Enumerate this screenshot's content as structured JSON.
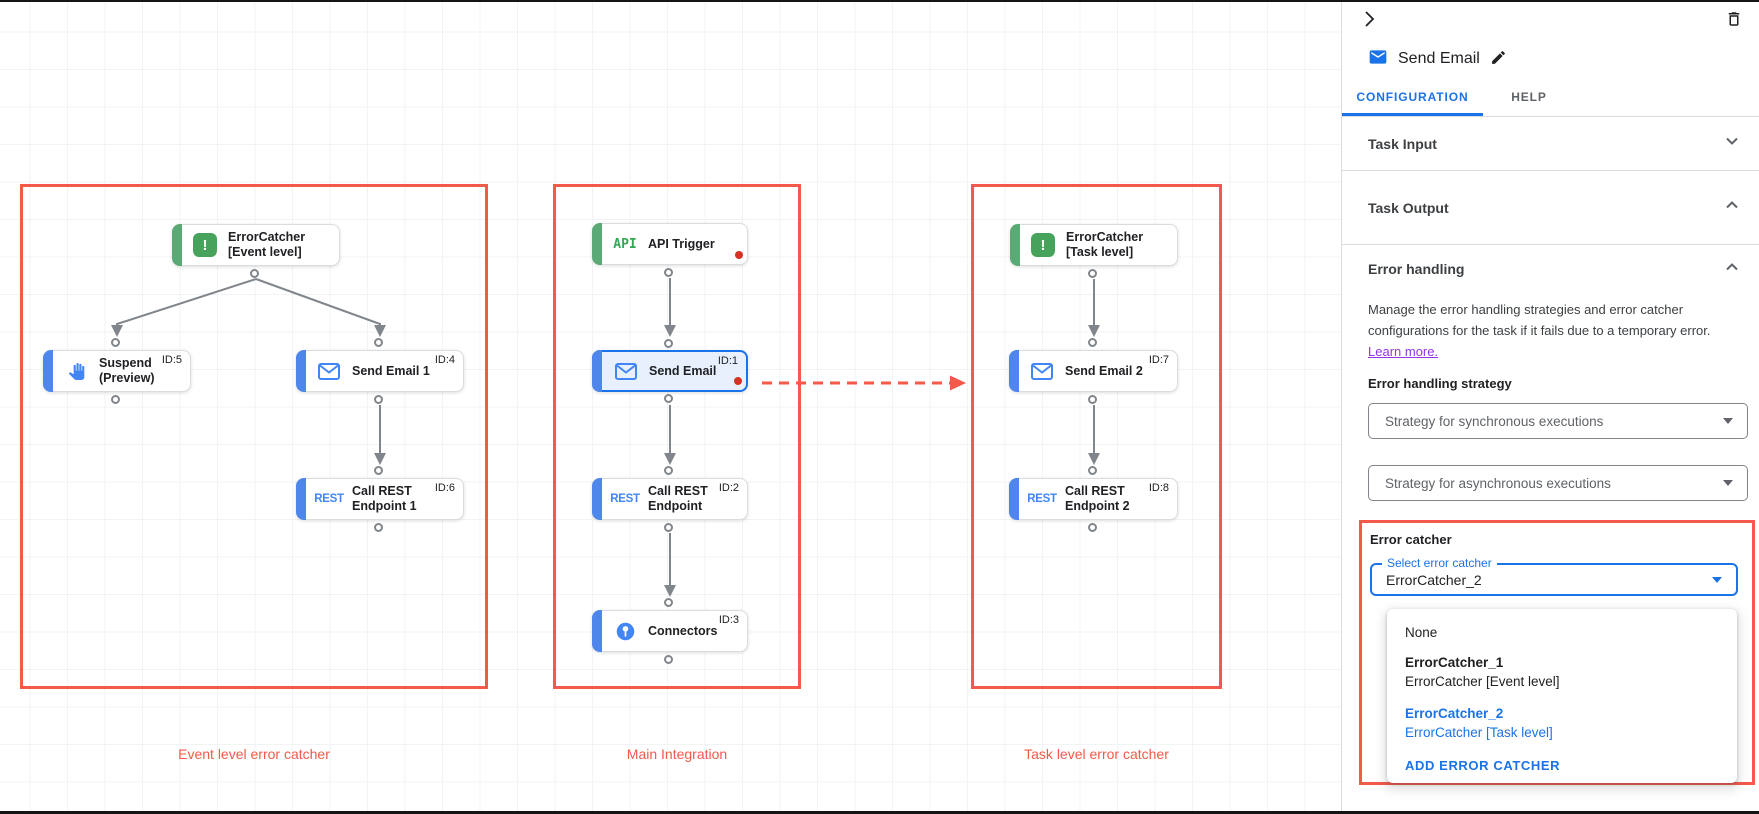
{
  "canvas": {
    "groups": [
      {
        "label": "Event level error catcher"
      },
      {
        "label": "Main Integration"
      },
      {
        "label": "Task level error catcher"
      }
    ],
    "nodes": [
      {
        "line1": "ErrorCatcher",
        "line2": "[Event level]"
      },
      {
        "line1": "Suspend",
        "line2": "(Preview)",
        "badge": "ID:5"
      },
      {
        "line1": "Send Email 1",
        "badge": "ID:4"
      },
      {
        "line1": "Call REST",
        "line2": "Endpoint 1",
        "badge": "ID:6",
        "icon_text": "REST"
      },
      {
        "line1": "API Trigger",
        "icon_text": "API"
      },
      {
        "line1": "Send Email",
        "badge": "ID:1"
      },
      {
        "line1": "Call REST",
        "line2": "Endpoint",
        "badge": "ID:2",
        "icon_text": "REST"
      },
      {
        "line1": "Connectors",
        "badge": "ID:3"
      },
      {
        "line1": "ErrorCatcher",
        "line2": "[Task level]"
      },
      {
        "line1": "Send Email 2",
        "badge": "ID:7"
      },
      {
        "line1": "Call REST",
        "line2": "Endpoint 2",
        "badge": "ID:8",
        "icon_text": "REST"
      }
    ]
  },
  "icons": {
    "error_catcher": "!"
  },
  "panel": {
    "title": "Send Email",
    "tabs": {
      "configuration": "CONFIGURATION",
      "help": "HELP"
    },
    "sections": {
      "task_input": "Task Input",
      "task_output": "Task Output",
      "error_handling": "Error handling"
    },
    "error_handling": {
      "description": "Manage the error handling strategies and error catcher configurations for the task if it fails due to a temporary error.",
      "learn_more": "Learn more.",
      "strategy_label": "Error handling strategy",
      "sync_placeholder": "Strategy for synchronous executions",
      "async_placeholder": "Strategy for asynchronous executions"
    },
    "error_catcher": {
      "label": "Error catcher",
      "select_label": "Select error catcher",
      "selected_value": "ErrorCatcher_2",
      "menu": {
        "none_option": "None",
        "options": [
          {
            "name": "ErrorCatcher_1",
            "desc": "ErrorCatcher [Event level]"
          },
          {
            "name": "ErrorCatcher_2",
            "desc": "ErrorCatcher [Task level]"
          }
        ],
        "add_button": "ADD ERROR CATCHER"
      }
    }
  },
  "colors": {
    "callout_red": "#f4594a",
    "accent_blue": "#1a73e8",
    "node_green": "#47a35c",
    "node_blue": "#4e86ec",
    "wire_gray": "#80868b",
    "link_purple": "#9334e6",
    "error_dot_red": "#d93025"
  }
}
